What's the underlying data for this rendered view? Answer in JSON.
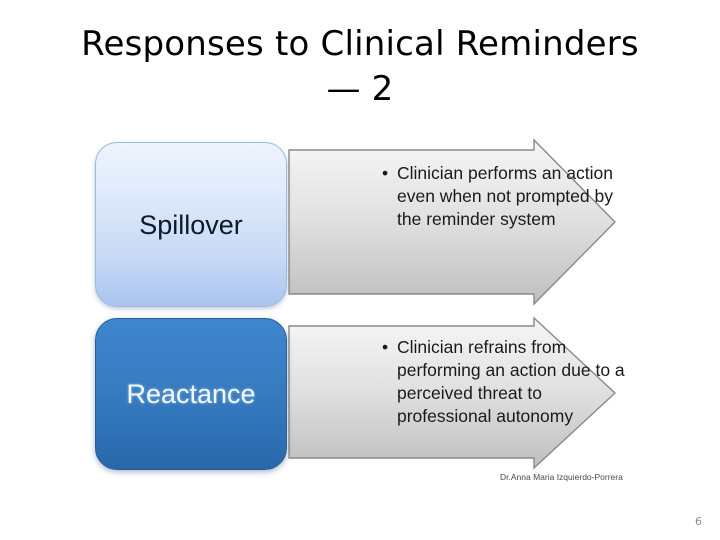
{
  "slide": {
    "title": "Responses to Clinical Reminders — 2",
    "page_number": "6",
    "attribution": "Dr.Anna Maria Izquierdo-Porrera",
    "bullet_glyph": "•"
  },
  "colors": {
    "background": "#ffffff",
    "title_text": "#000000",
    "light_box_top": "#eef4fd",
    "light_box_bottom": "#a9c5f0",
    "light_box_border": "#9fb8dd",
    "light_box_text": "#0d1a2b",
    "dark_box_top": "#3f86cc",
    "dark_box_bottom": "#2a67ab",
    "dark_box_border": "#2a5f96",
    "dark_box_text": "#f2f8ff",
    "arrow_top": "#f3f3f3",
    "arrow_bottom": "#c3c3c3",
    "arrow_border": "#808080",
    "body_text": "#1a1a1a",
    "attribution_text": "#4a4a4a",
    "page_number_text": "#8c8c8c"
  },
  "rows": [
    {
      "label": "Spillover",
      "style": "light",
      "bullet": "Clinician performs an action even when not prompted by the reminder system"
    },
    {
      "label": "Reactance",
      "style": "dark",
      "bullet": "Clinician refrains from performing an action due to a perceived threat to professional autonomy"
    }
  ]
}
